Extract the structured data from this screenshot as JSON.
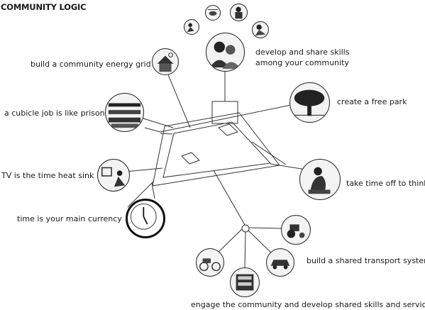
{
  "title": "COMMUNITY LOGIC",
  "labels": {
    "skills": "develop and share skills among your community",
    "energy": "build a community energy grid",
    "cubicle": "a cubicle job is like prison",
    "park": "create a free park",
    "tv": "TV is the time heat sink",
    "think": "take time off to think",
    "time": "time is your main currency",
    "transport": "build a shared transport system",
    "engage": "engage the community and develop shared skills and services"
  },
  "icons": {
    "skills_main": "two-people-portrait-icon",
    "skills_1": "person-working-icon",
    "skills_2": "helicopter-icon",
    "skills_3": "crafts-person-icon",
    "skills_4": "sewing-person-icon",
    "energy": "house-with-solar-roof-icon",
    "cubicle": "office-cubicles-icon",
    "park": "tree-icon",
    "tv": "television-viewer-icon",
    "think": "thinker-statue-icon",
    "time": "clock-icon",
    "transport_1": "cargo-bicycle-icon",
    "transport_2": "double-decker-bus-icon",
    "transport_3": "shared-car-icon",
    "transport_4": "tractor-icon"
  }
}
